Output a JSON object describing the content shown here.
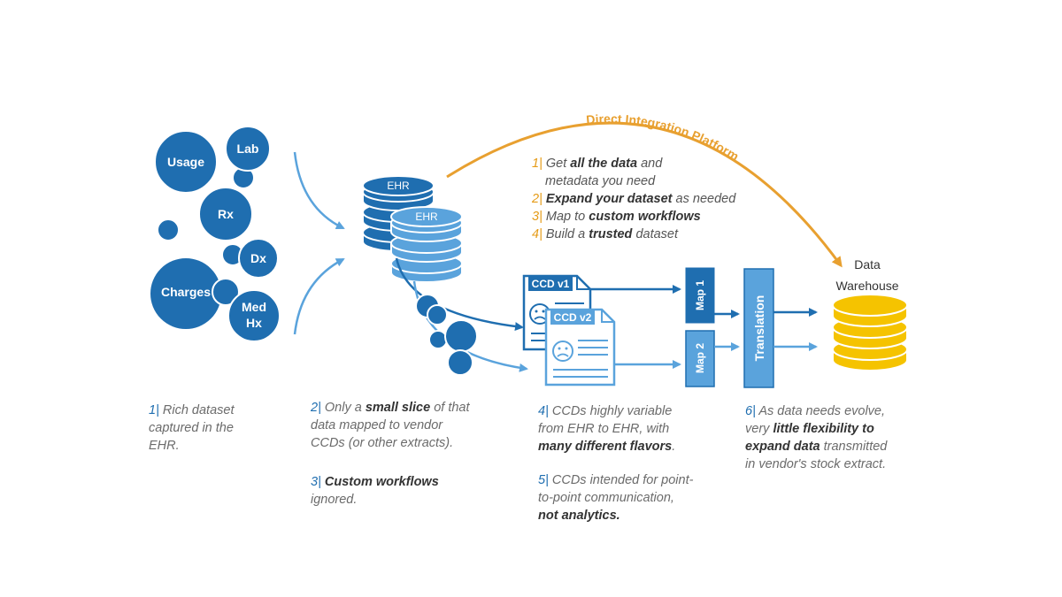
{
  "colors": {
    "dark_blue": "#1f6eb0",
    "mid_blue": "#5aa3dc",
    "orange": "#e8a030",
    "gold": "#f5c300",
    "text_gray": "#6b6b6b"
  },
  "bubbles": {
    "usage": "Usage",
    "lab": "Lab",
    "rx": "Rx",
    "dx": "Dx",
    "charges": "Charges",
    "med_hx_line1": "Med",
    "med_hx_line2": "Hx"
  },
  "ehr": {
    "primary": "EHR",
    "secondary": "EHR"
  },
  "ccd": {
    "v1": "CCD v1",
    "v2": "CCD v2"
  },
  "maps": {
    "map1": "Map 1",
    "map2": "Map 2"
  },
  "translation": "Translation",
  "warehouse": {
    "line1": "Data",
    "line2": "Warehouse"
  },
  "platform_title": "Direct Integration Platform",
  "platform_points": [
    {
      "num": "1|",
      "pre": "Get",
      "bold": "all the data",
      "post": "and",
      "cont": "metadata you need"
    },
    {
      "num": "2|",
      "pre": "",
      "bold": "Expand your dataset",
      "post": "as needed"
    },
    {
      "num": "3|",
      "pre": "Map to",
      "bold": "custom workflows",
      "post": ""
    },
    {
      "num": "4|",
      "pre": "Build a",
      "bold": "trusted",
      "post": "dataset"
    }
  ],
  "notes": {
    "n1": {
      "num": "1|",
      "line1": "Rich dataset",
      "line2": "captured in the",
      "line3": "EHR."
    },
    "n2": {
      "num": "2|",
      "pre": "Only a",
      "bold": "small slice",
      "post": "of that",
      "line2": "data mapped to vendor",
      "line3": "CCDs (or other extracts)."
    },
    "n3": {
      "num": "3|",
      "bold": "Custom workflows",
      "line2": "ignored."
    },
    "n4": {
      "num": "4|",
      "line1": "CCDs highly variable",
      "line2": "from EHR to EHR, with",
      "bold": "many different flavors",
      "post": "."
    },
    "n5": {
      "num": "5|",
      "line1": "CCDs intended for point-",
      "line2": "to-point communication,",
      "bold": "not analytics."
    },
    "n6": {
      "num": "6|",
      "line1": "As data needs evolve,",
      "pre": "very",
      "bold": "little flexibility to",
      "bold2": "expand data",
      "post2": "transmitted",
      "line4": "in vendor's stock extract."
    }
  }
}
